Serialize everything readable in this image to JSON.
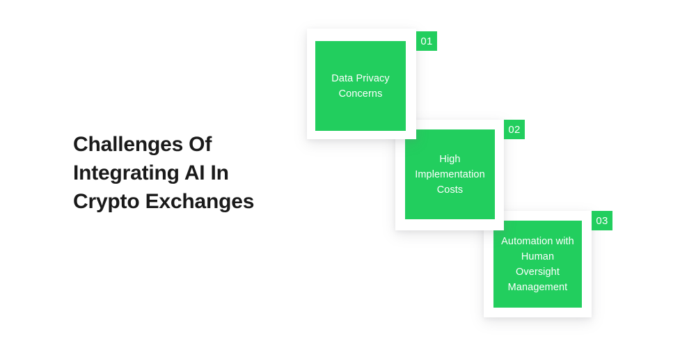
{
  "heading": {
    "text": "Challenges Of\nIntegrating AI In\nCrypto Exchanges"
  },
  "colors": {
    "accent_green": "#22ce5e",
    "background": "#ffffff",
    "heading_text": "#1a1a1a",
    "tile_text": "#ffffff"
  },
  "steps": [
    {
      "number": "01",
      "label": "Data Privacy\nConcerns"
    },
    {
      "number": "02",
      "label": "High\nImplementation\nCosts"
    },
    {
      "number": "03",
      "label": "Automation with\nHuman\nOversight\nManagement"
    }
  ]
}
